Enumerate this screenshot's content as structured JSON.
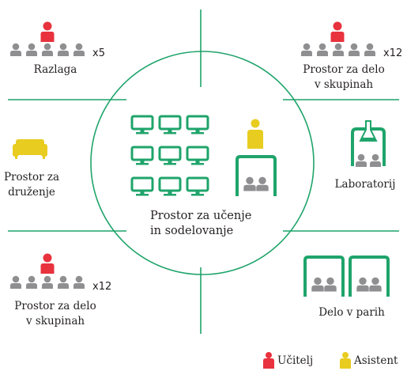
{
  "colors": {
    "accent": "#1fa46b",
    "teacher": "#e8323d",
    "assistant": "#e8cc20",
    "person": "#8f8f91",
    "text": "#231f20"
  },
  "zones": {
    "top_left": {
      "label": "Razlaga",
      "count": "x5"
    },
    "top_right": {
      "label_line1": "Prostor za delo",
      "label_line2": "v skupinah",
      "count": "x12"
    },
    "mid_left": {
      "label_line1": "Prostor za",
      "label_line2": "druženje",
      "icon": "sofa-icon"
    },
    "mid_right": {
      "label": "Laboratorij",
      "icon": "lab-flask-icon"
    },
    "bottom_left": {
      "label_line1": "Prostor za delo",
      "label_line2": "v skupinah",
      "count": "x12"
    },
    "bottom_right": {
      "label": "Delo v parih"
    },
    "center": {
      "label_line1": "Prostor za učenje",
      "label_line2": "in sodelovanje",
      "icon": "computer-grid-icon"
    }
  },
  "legend": {
    "teacher": "Učitelj",
    "assistant": "Asistent"
  }
}
